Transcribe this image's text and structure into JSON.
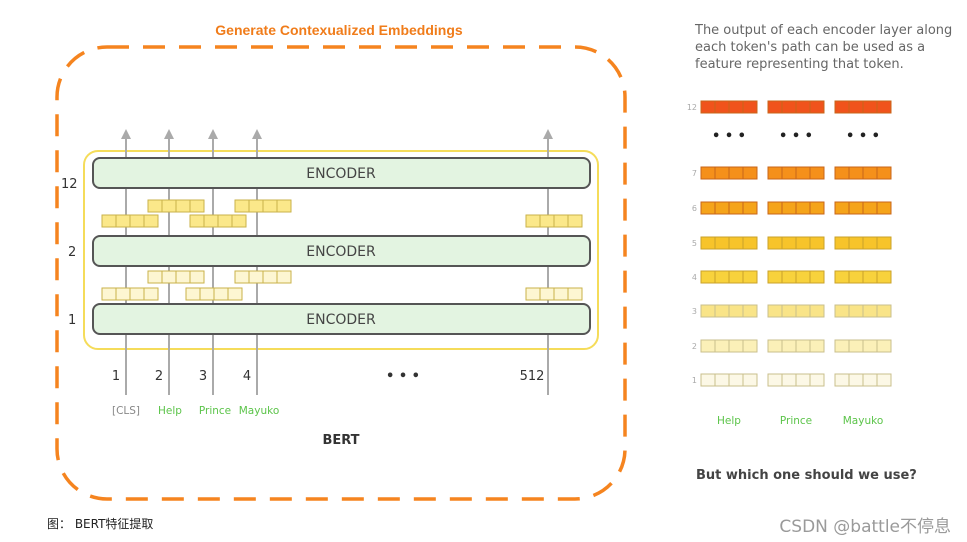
{
  "left_panel": {
    "title": "Generate Contexualized Embeddings",
    "model_name": "BERT",
    "encoder_label": "ENCODER",
    "layer_numbers": [
      "12",
      "2",
      "1"
    ],
    "positions": [
      "1",
      "2",
      "3",
      "4",
      "512"
    ],
    "ellipsis": "• • •",
    "tokens": [
      {
        "text": "[CLS]",
        "color": "#888888"
      },
      {
        "text": "Help",
        "color": "#5cc44a"
      },
      {
        "text": "Prince",
        "color": "#5cc44a"
      },
      {
        "text": "Mayuko",
        "color": "#5cc44a"
      }
    ]
  },
  "right_panel": {
    "description": "The output of each encoder layer along\neach token's path can be used as a\nfeature representing that token.",
    "layers": [
      {
        "num": "12",
        "color": "#f0531c"
      },
      {
        "num": "7",
        "color": "#f5901a"
      },
      {
        "num": "6",
        "color": "#f5a41a"
      },
      {
        "num": "5",
        "color": "#f7c42a"
      },
      {
        "num": "4",
        "color": "#f8d23c"
      },
      {
        "num": "3",
        "color": "#f9e488"
      },
      {
        "num": "2",
        "color": "#fbf0b8"
      },
      {
        "num": "1",
        "color": "#fcf8e6"
      }
    ],
    "ellipsis": "• • •",
    "tokens": [
      "Help",
      "Prince",
      "Mayuko"
    ],
    "question": "But which one should we use?"
  },
  "caption": "图： BERT特征提取",
  "watermark": "CSDN @battle不停息",
  "colors": {
    "dash_orange": "#f5841f",
    "encoder_fill": "#e3f4e1",
    "encoder_stroke": "#555555",
    "highlight_yellow": "#f5dc5a",
    "vector_bright": "#fbe88a",
    "vector_pale": "#fdf6d2",
    "arrow_gray": "#aaaaaa"
  }
}
